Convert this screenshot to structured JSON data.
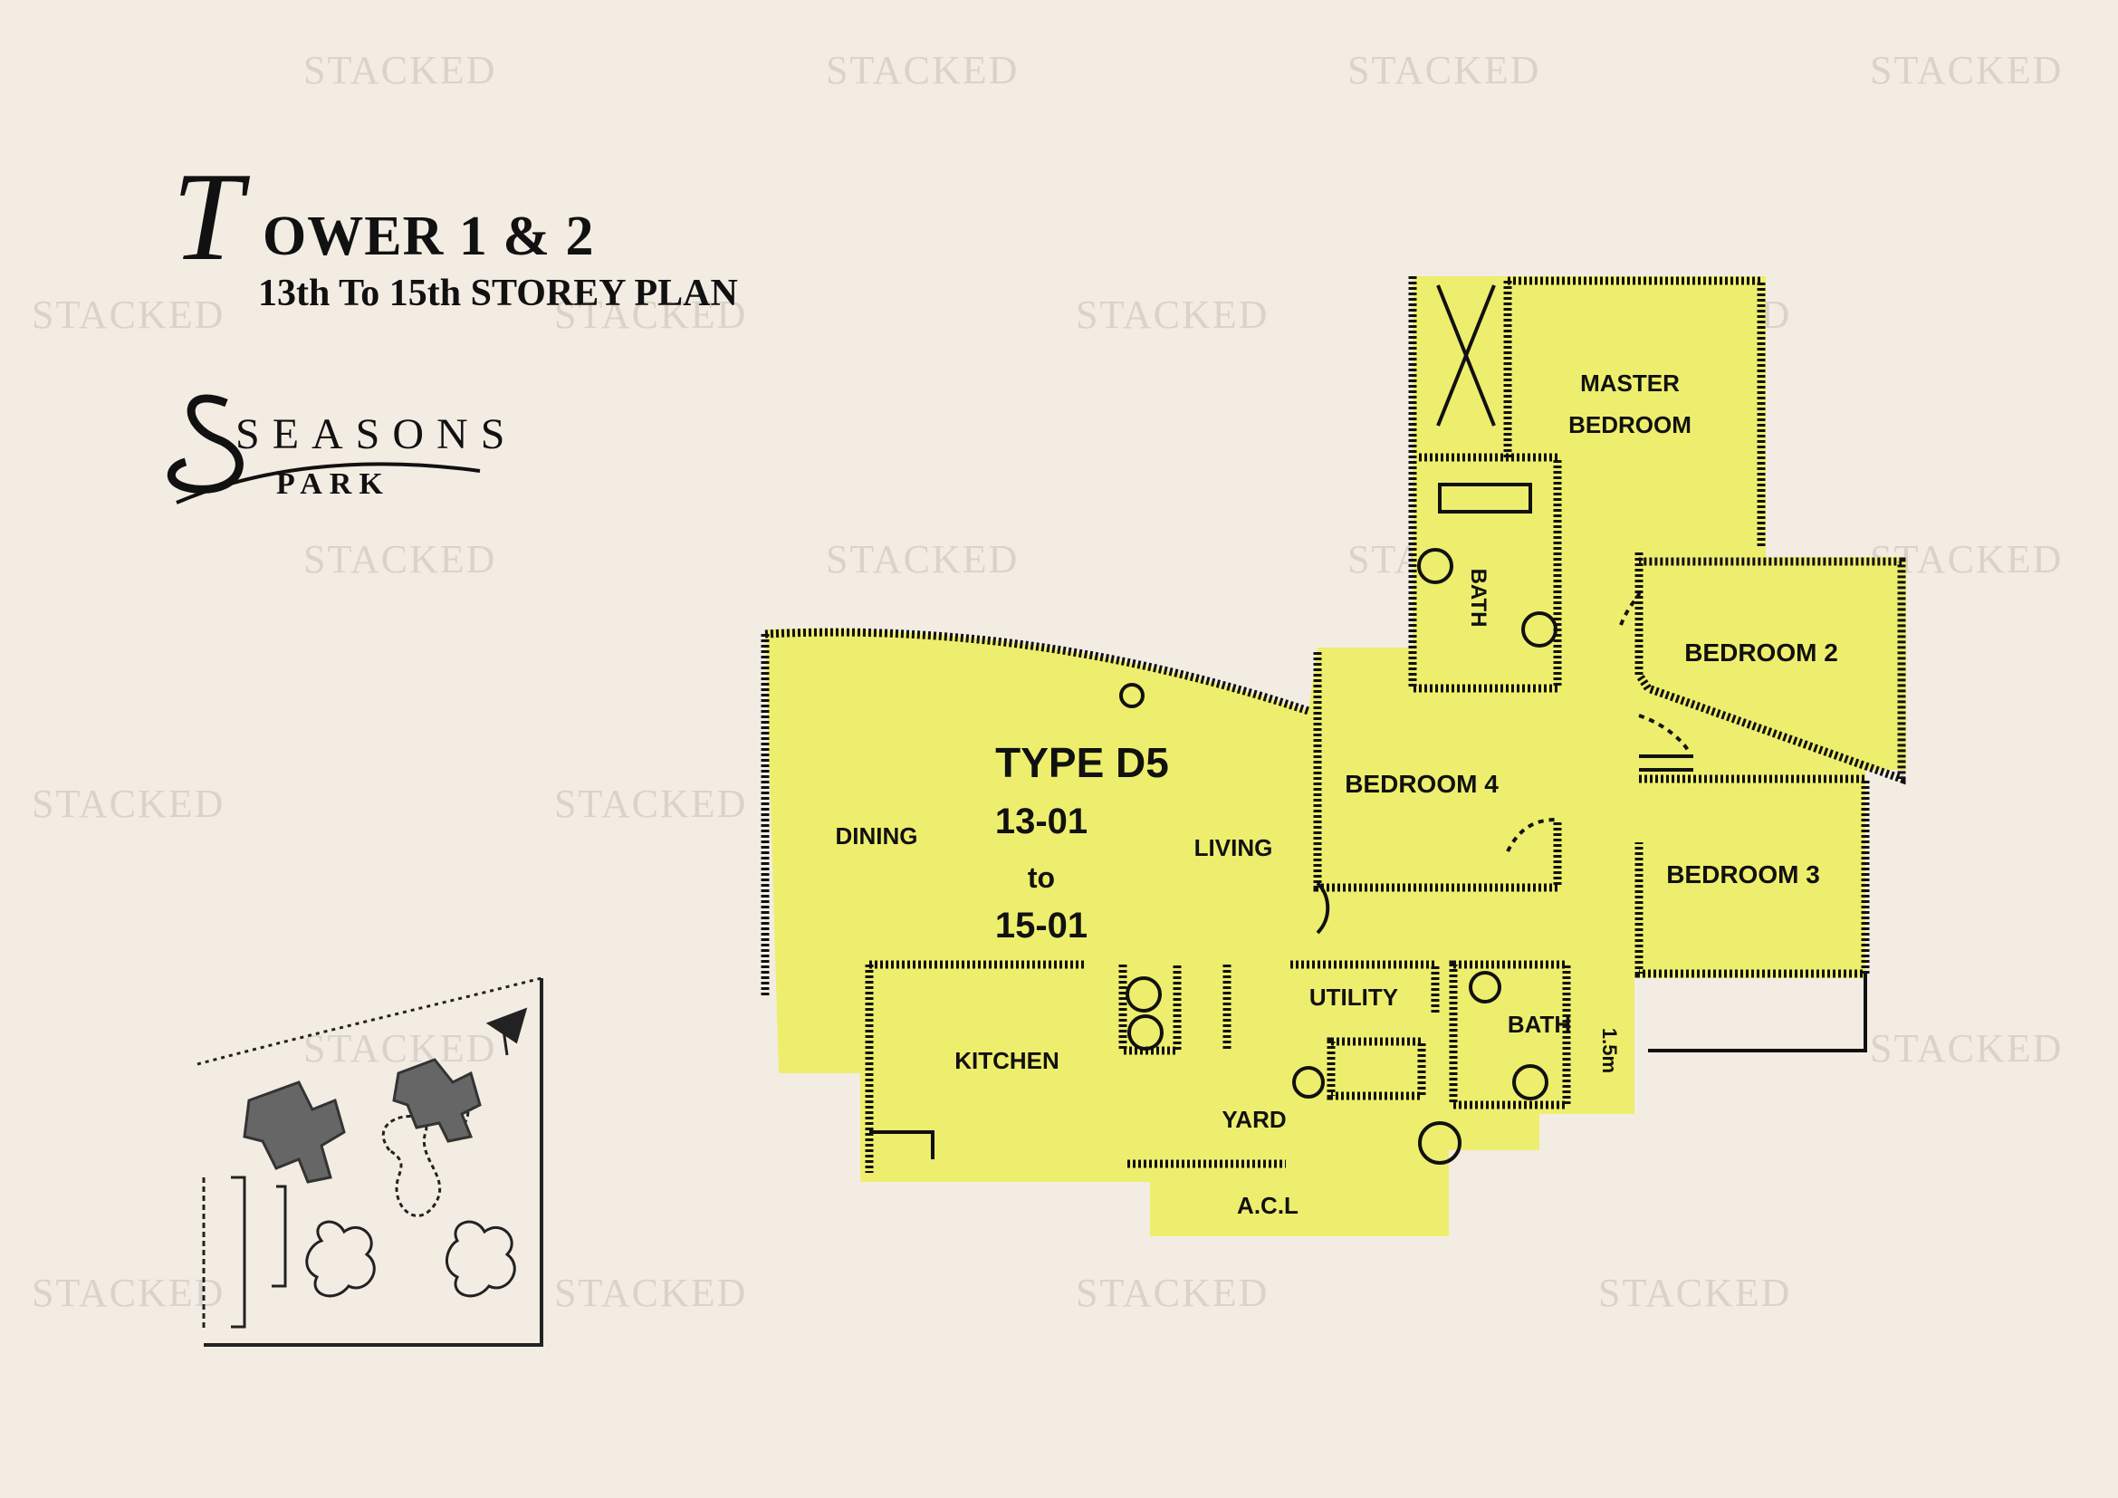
{
  "watermark": "STACKED",
  "header": {
    "title_initial": "T",
    "title_rest": "OWER 1 & 2",
    "subtitle": "13th To 15th STOREY PLAN"
  },
  "logo": {
    "line1": "SEASONS",
    "line2": "PARK"
  },
  "unit": {
    "type": "TYPE D5",
    "from": "13-01",
    "to_word": "to",
    "to": "15-01"
  },
  "rooms": {
    "master_1": "MASTER",
    "master_2": "BEDROOM",
    "bedroom2": "BEDROOM 2",
    "bedroom3": "BEDROOM 3",
    "bedroom4": "BEDROOM 4",
    "dining": "DINING",
    "living": "LIVING",
    "kitchen": "KITCHEN",
    "utility": "UTILITY",
    "bath": "BATH",
    "bath_vertical": "BATH",
    "yard": "YARD",
    "acl": "A.C.L",
    "dimension": "1.5m"
  },
  "colors": {
    "background": "#f3ece3",
    "highlight": "#eeee6e",
    "line": "#111111",
    "watermark": "#d9d3cb"
  }
}
